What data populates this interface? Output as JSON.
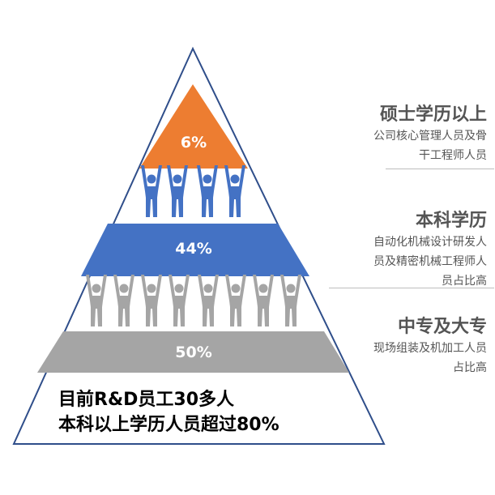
{
  "pyramid": {
    "tiers": [
      {
        "label": "6%",
        "color": "#ED7D31"
      },
      {
        "label": "44%",
        "color": "#4472C4"
      },
      {
        "label": "50%",
        "color": "#A5A5A5"
      }
    ],
    "outline_color": "#2F4E8A",
    "people_top_color": "#4472C4",
    "people_mid_color": "#A5A5A5"
  },
  "sidebar": {
    "master": {
      "title": "硕士学历以上",
      "desc": [
        "公司核心管理人员及骨",
        "干工程师人员"
      ]
    },
    "bachelor": {
      "title": "本科学历",
      "desc": [
        "自动化机械设计研发人",
        "员及精密机械工程师人",
        "员占比高"
      ]
    },
    "college": {
      "title": "中专及大专",
      "desc": [
        "现场组装及机加工人员",
        "占比高"
      ]
    }
  },
  "summary": {
    "line1": "目前R&D员工30多人",
    "line2": "本科以上学历人员超过80%"
  }
}
